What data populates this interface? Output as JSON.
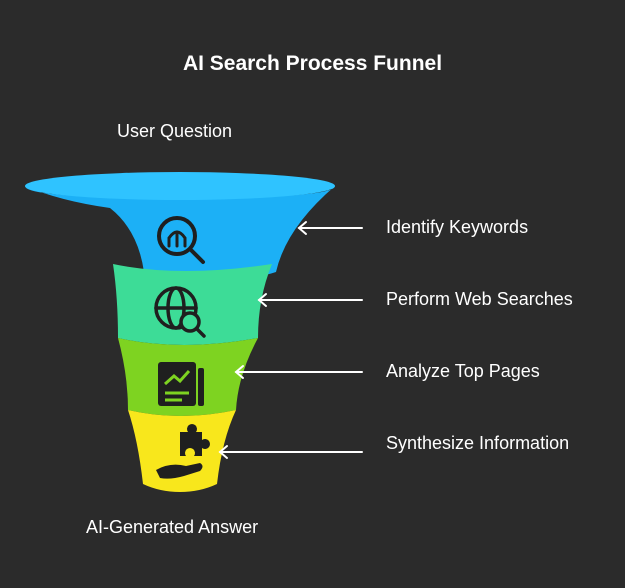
{
  "title": "AI Search Process Funnel",
  "input_label": "User Question",
  "output_label": "AI-Generated Answer",
  "stages": [
    {
      "label": "Identify Keywords",
      "icon": "keyword-search-icon",
      "color": "#1cb0f6"
    },
    {
      "label": "Perform Web Searches",
      "icon": "web-search-globe-icon",
      "color": "#3ddc97"
    },
    {
      "label": "Analyze Top Pages",
      "icon": "analytics-document-icon",
      "color": "#7ed321"
    },
    {
      "label": "Synthesize Information",
      "icon": "puzzle-hand-icon",
      "color": "#f8e71c"
    }
  ],
  "colors": {
    "background": "#2b2b2b",
    "rim": "#2fc3ff",
    "icon": "#1f1f1f",
    "arrow": "#ffffff",
    "text": "#ffffff"
  }
}
